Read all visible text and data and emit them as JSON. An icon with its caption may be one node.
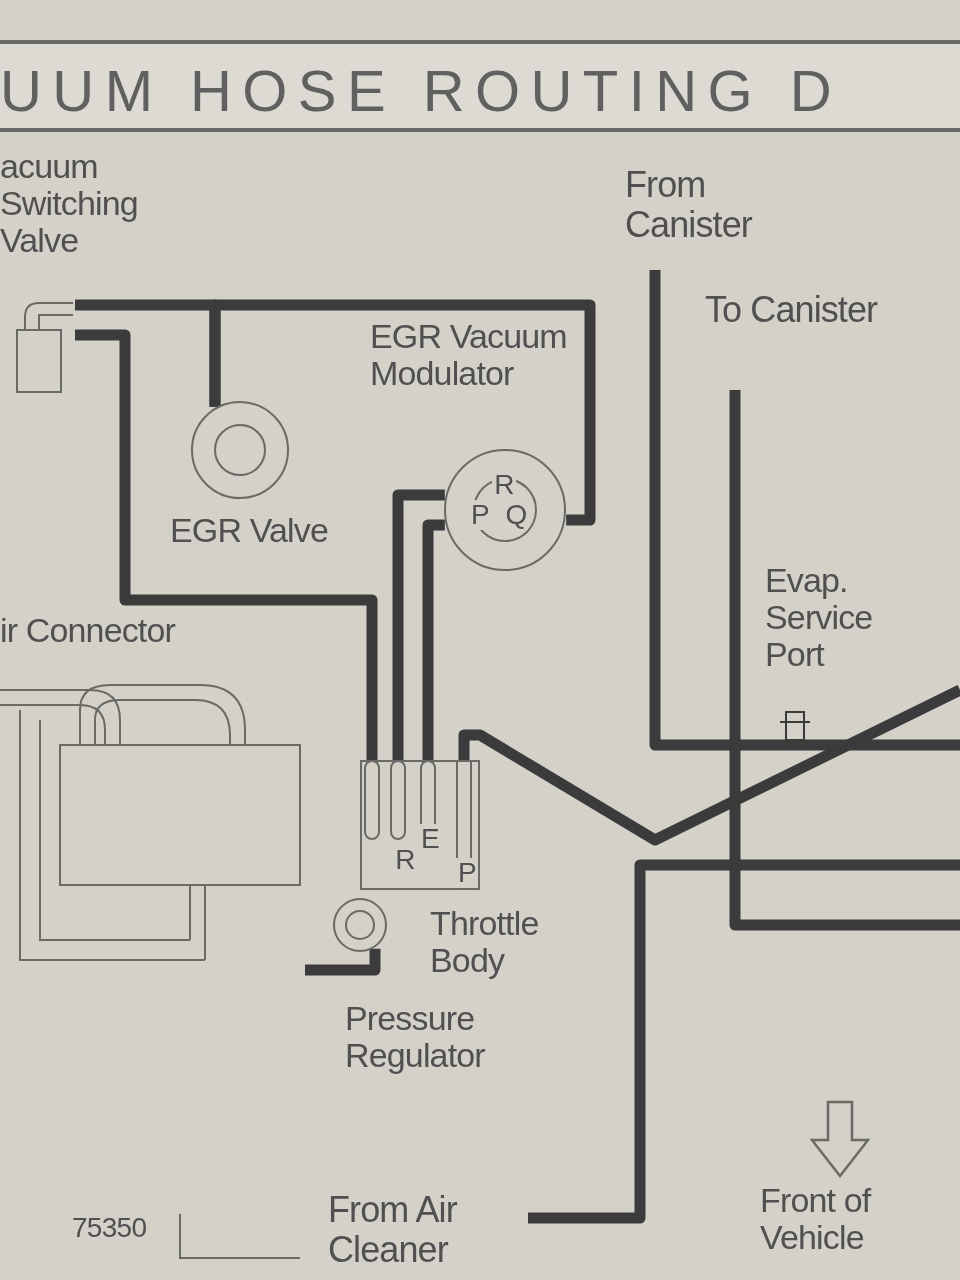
{
  "diagram": {
    "title": "UUM HOSE ROUTING D",
    "nodes": [
      {
        "text": [],
        "shape": "box"
      },
      {
        "text": [],
        "shape": "circle"
      },
      {
        "text": [],
        "shape": "circle"
      },
      {
        "text": [],
        "shape": "box"
      },
      {
        "text": [],
        "shape": "circle"
      },
      {
        "text": [],
        "shape": "picture"
      },
      {
        "text": [
          "From Canister"
        ]
      },
      {
        "text": [
          "To Canister"
        ]
      },
      {
        "text": [
          "From Air Cleaner"
        ]
      }
    ],
    "edges": [
      {
        "from": 0,
        "to": 1,
        "arrow": "none"
      },
      {
        "from": 1,
        "to": 2,
        "arrow": "none"
      },
      {
        "from": 0,
        "to": 3,
        "arrow": "none"
      },
      {
        "from": 2,
        "to": 3,
        "arrow": "none"
      },
      {
        "from": 2,
        "to": 3,
        "arrow": "none"
      },
      {
        "from": 3,
        "to": null,
        "arrow": "none"
      },
      {
        "from": 6,
        "to": null,
        "arrow": "none"
      },
      {
        "from": 7,
        "to": null,
        "arrow": "none"
      },
      {
        "from": 8,
        "to": null,
        "arrow": "none"
      },
      {
        "from": 4,
        "to": 5,
        "arrow": "none"
      }
    ],
    "labels": [
      "acuum Switching Valve",
      "EGR Vacuum Modulator",
      "R",
      "P",
      "Q",
      "EGR Valve",
      "ir Connector",
      "Evap. Service Port",
      "E",
      "R",
      "P",
      "Throttle Body",
      "Pressure Regulator",
      "Front of Vehicle",
      "75350"
    ]
  }
}
